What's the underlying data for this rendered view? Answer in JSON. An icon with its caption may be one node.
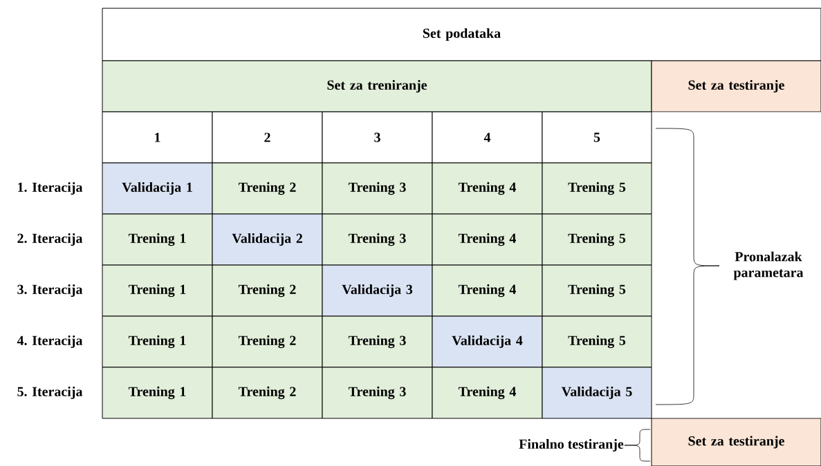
{
  "diagram": {
    "nodes": [
      {
        "text": [
          "Set podataka"
        ]
      },
      {
        "text": [
          "Set za treniranje"
        ]
      },
      {
        "text": [
          "Set za testiranje"
        ]
      },
      {
        "text": [
          "1"
        ]
      },
      {
        "text": [
          "2"
        ]
      },
      {
        "text": [
          "3"
        ]
      },
      {
        "text": [
          "4"
        ]
      },
      {
        "text": [
          "5"
        ]
      },
      {
        "text": [
          "Validacija 1"
        ]
      },
      {
        "text": [
          "Trening 2"
        ]
      },
      {
        "text": [
          "Trening 3"
        ]
      },
      {
        "text": [
          "Trening 4"
        ]
      },
      {
        "text": [
          "Trening 5"
        ]
      },
      {
        "text": [
          "Trening 1"
        ]
      },
      {
        "text": [
          "Validacija 2"
        ]
      },
      {
        "text": [
          "Trening 3"
        ]
      },
      {
        "text": [
          "Trening 4"
        ]
      },
      {
        "text": [
          "Trening 5"
        ]
      },
      {
        "text": [
          "Trening 1"
        ]
      },
      {
        "text": [
          "Trening 2"
        ]
      },
      {
        "text": [
          "Validacija 3"
        ]
      },
      {
        "text": [
          "Trening 4"
        ]
      },
      {
        "text": [
          "Trening 5"
        ]
      },
      {
        "text": [
          "Trening 1"
        ]
      },
      {
        "text": [
          "Trening 2"
        ]
      },
      {
        "text": [
          "Trening 3"
        ]
      },
      {
        "text": [
          "Validacija 4"
        ]
      },
      {
        "text": [
          "Trening 5"
        ]
      },
      {
        "text": [
          "Trening 1"
        ]
      },
      {
        "text": [
          "Trening 2"
        ]
      },
      {
        "text": [
          "Trening 3"
        ]
      },
      {
        "text": [
          "Trening 4"
        ]
      },
      {
        "text": [
          "Validacija 5"
        ]
      },
      {
        "text": [
          "Set za testiranje"
        ]
      }
    ],
    "labels": [
      "1. Iteracija",
      "2. Iteracija",
      "3. Iteracija",
      "4. Iteracija",
      "5. Iteracija",
      "Pronalazak parametara",
      "Finalno testiranje"
    ]
  }
}
